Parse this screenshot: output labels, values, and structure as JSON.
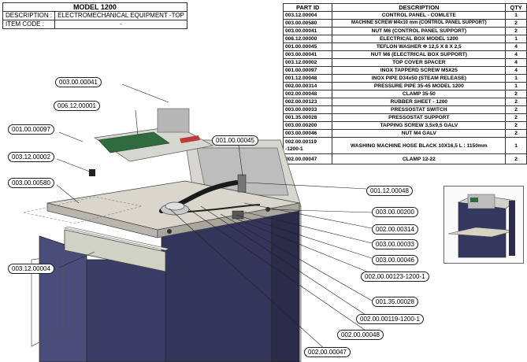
{
  "header": {
    "title": "MODEL 1200",
    "description_label": "DESCRIPTION :",
    "description_value": "ELECTROMECHANICAL EQUIPMENT -TOP",
    "item_code_label": "ITEM CODE :",
    "item_code_value": "-"
  },
  "parts_table": {
    "columns": [
      "PART ID",
      "DESCRIPTION",
      "QTY"
    ],
    "rows": [
      {
        "id": "003.12.00004",
        "desc": "CONTROL PANEL - COMLETE",
        "qty": "1"
      },
      {
        "id": "003.00.00580",
        "desc": "MACHINE SCREW M4x10 mm (CONTROL PANEL SUPPORT)",
        "qty": "2"
      },
      {
        "id": "003.00.00041",
        "desc": "NUT M6 (CONTROL PANEL SUPPORT)",
        "qty": "2"
      },
      {
        "id": "006.12.00000",
        "desc": "ELECTRICAL BOX MODEL 1200",
        "qty": "1"
      },
      {
        "id": "001.00.00045",
        "desc": "TEFLON WASHER Φ 12,5 X 8 X 2,5",
        "qty": "4"
      },
      {
        "id": "003.00.00041",
        "desc": "NUT M6 (ELECTRICAL BOX SUPPORT)",
        "qty": "4"
      },
      {
        "id": "003.12.00002",
        "desc": "TOP COVER SPACER",
        "qty": "4"
      },
      {
        "id": "001.00.00097",
        "desc": "INOX TAPPERD SCREW M5X25",
        "qty": "4"
      },
      {
        "id": "001.12.00048",
        "desc": "INOX PIPE D34x50 (STEAM RELEASE)",
        "qty": "1"
      },
      {
        "id": "002.00.00314",
        "desc": "PRESSURE PIPE 35-45 MODEL 1200",
        "qty": "1"
      },
      {
        "id": "002.00.00048",
        "desc": "CLAMP 35-50",
        "qty": "2"
      },
      {
        "id": "002.00.00123",
        "desc": "RUBBER SHEET - 1200",
        "qty": "2"
      },
      {
        "id": "003.00.00033",
        "desc": "PRESSOSTAT SWITCH",
        "qty": "2"
      },
      {
        "id": "001.35.00028",
        "desc": "PRESSOSTAT SUPPORT",
        "qty": "2"
      },
      {
        "id": "003.00.00200",
        "desc": "TAPPING SCREW 3,5x9,5 GALV",
        "qty": "2"
      },
      {
        "id": "003.00.00046",
        "desc": "NUT M4 GALV",
        "qty": "2"
      },
      {
        "id": "002.00.00119 -1200-1",
        "desc": "WASHING MACHINE HOSE BLACK 10X16,5 L : 1150mm",
        "qty": "1"
      },
      {
        "id": "002.00.00047",
        "desc": "CLAMP 12-22",
        "qty": "2"
      }
    ]
  },
  "callouts": [
    {
      "label": "003.00.00041"
    },
    {
      "label": "006.12.00001"
    },
    {
      "label": "001.00.00097"
    },
    {
      "label": "003.12.00002"
    },
    {
      "label": "003.00.00580"
    },
    {
      "label": "001.00.00045"
    },
    {
      "label": "001.12.00048"
    },
    {
      "label": "003.00.00200"
    },
    {
      "label": "002.00.00314"
    },
    {
      "label": "003.00.00033"
    },
    {
      "label": "003.00.00046"
    },
    {
      "label": "002.00.00123-1200-1"
    },
    {
      "label": "003.12.00004"
    },
    {
      "label": "001.35.00028"
    },
    {
      "label": "002.00.00119-1200-1"
    },
    {
      "label": "002.00.00048"
    },
    {
      "label": "002.00.00047"
    }
  ]
}
